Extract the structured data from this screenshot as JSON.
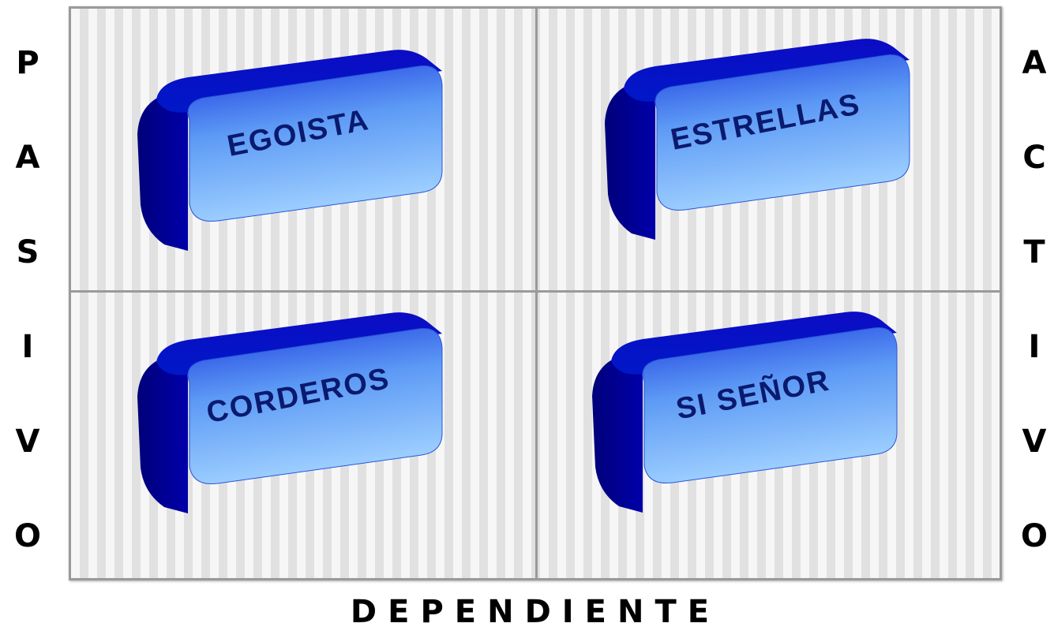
{
  "left_axis": {
    "letters": [
      "P",
      "A",
      "S",
      "I",
      "V",
      "O"
    ]
  },
  "right_axis": {
    "letters": [
      "A",
      "C",
      "T",
      "I",
      "V",
      "O"
    ]
  },
  "bottom_axis": {
    "label": "DEPENDIENTE"
  },
  "quadrants": [
    {
      "label": "EGOISTA"
    },
    {
      "label": "ESTRELLAS"
    },
    {
      "label": "CORDEROS"
    },
    {
      "label": "SI SEÑOR"
    }
  ],
  "colors": {
    "block_dark": "#0000aa",
    "block_mid": "#1f3fe0",
    "block_light": "#9fd0ff",
    "grid_border": "#9a9a9a",
    "label_text": "#0a1a6e"
  }
}
